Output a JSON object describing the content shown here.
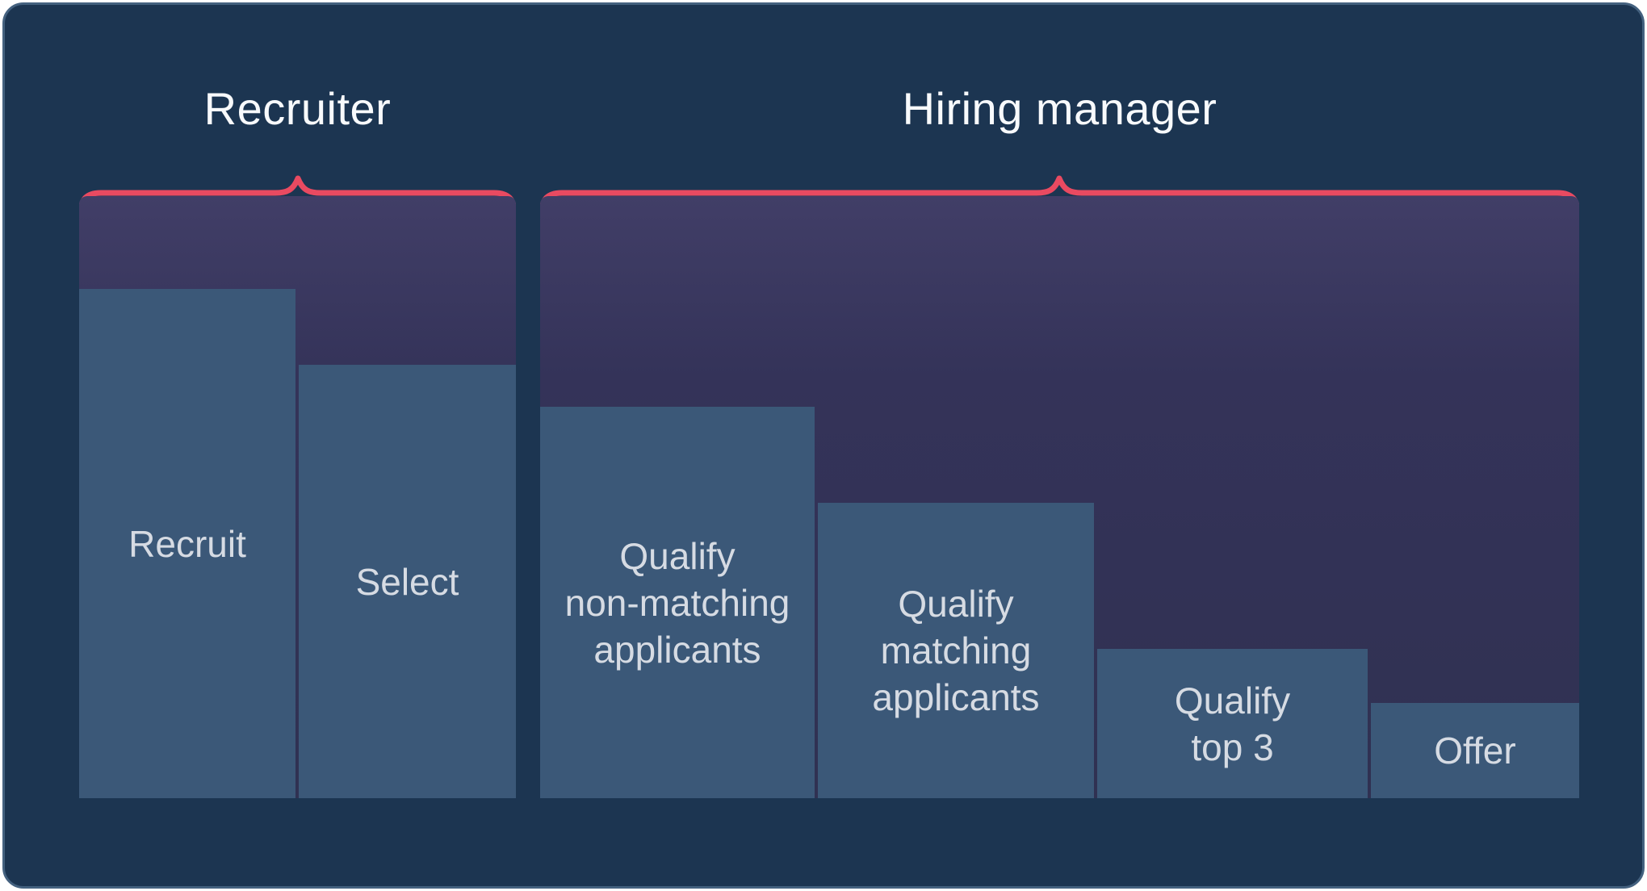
{
  "colors": {
    "page_bg": "#ffffff",
    "card_bg": "#1c3551",
    "card_border": "#44617f",
    "panel_top": "#413e67",
    "panel_mid": "#343359",
    "panel_bottom": "#303152",
    "bar": "#3b5878",
    "brace": "#e94a61",
    "title_text": "#f8fafc",
    "label_text": "#d6dbe3"
  },
  "recruiter": {
    "title": "Recruiter",
    "bars": [
      {
        "lines": [
          "Recruit"
        ]
      },
      {
        "lines": [
          "Select"
        ]
      }
    ]
  },
  "hiring_manager": {
    "title": "Hiring manager",
    "bars": [
      {
        "lines": [
          "Qualify",
          "non-matching",
          "applicants"
        ]
      },
      {
        "lines": [
          "Qualify",
          "matching",
          "applicants"
        ]
      },
      {
        "lines": [
          "Qualify",
          "top 3"
        ]
      },
      {
        "lines": [
          "Offer"
        ]
      }
    ]
  }
}
